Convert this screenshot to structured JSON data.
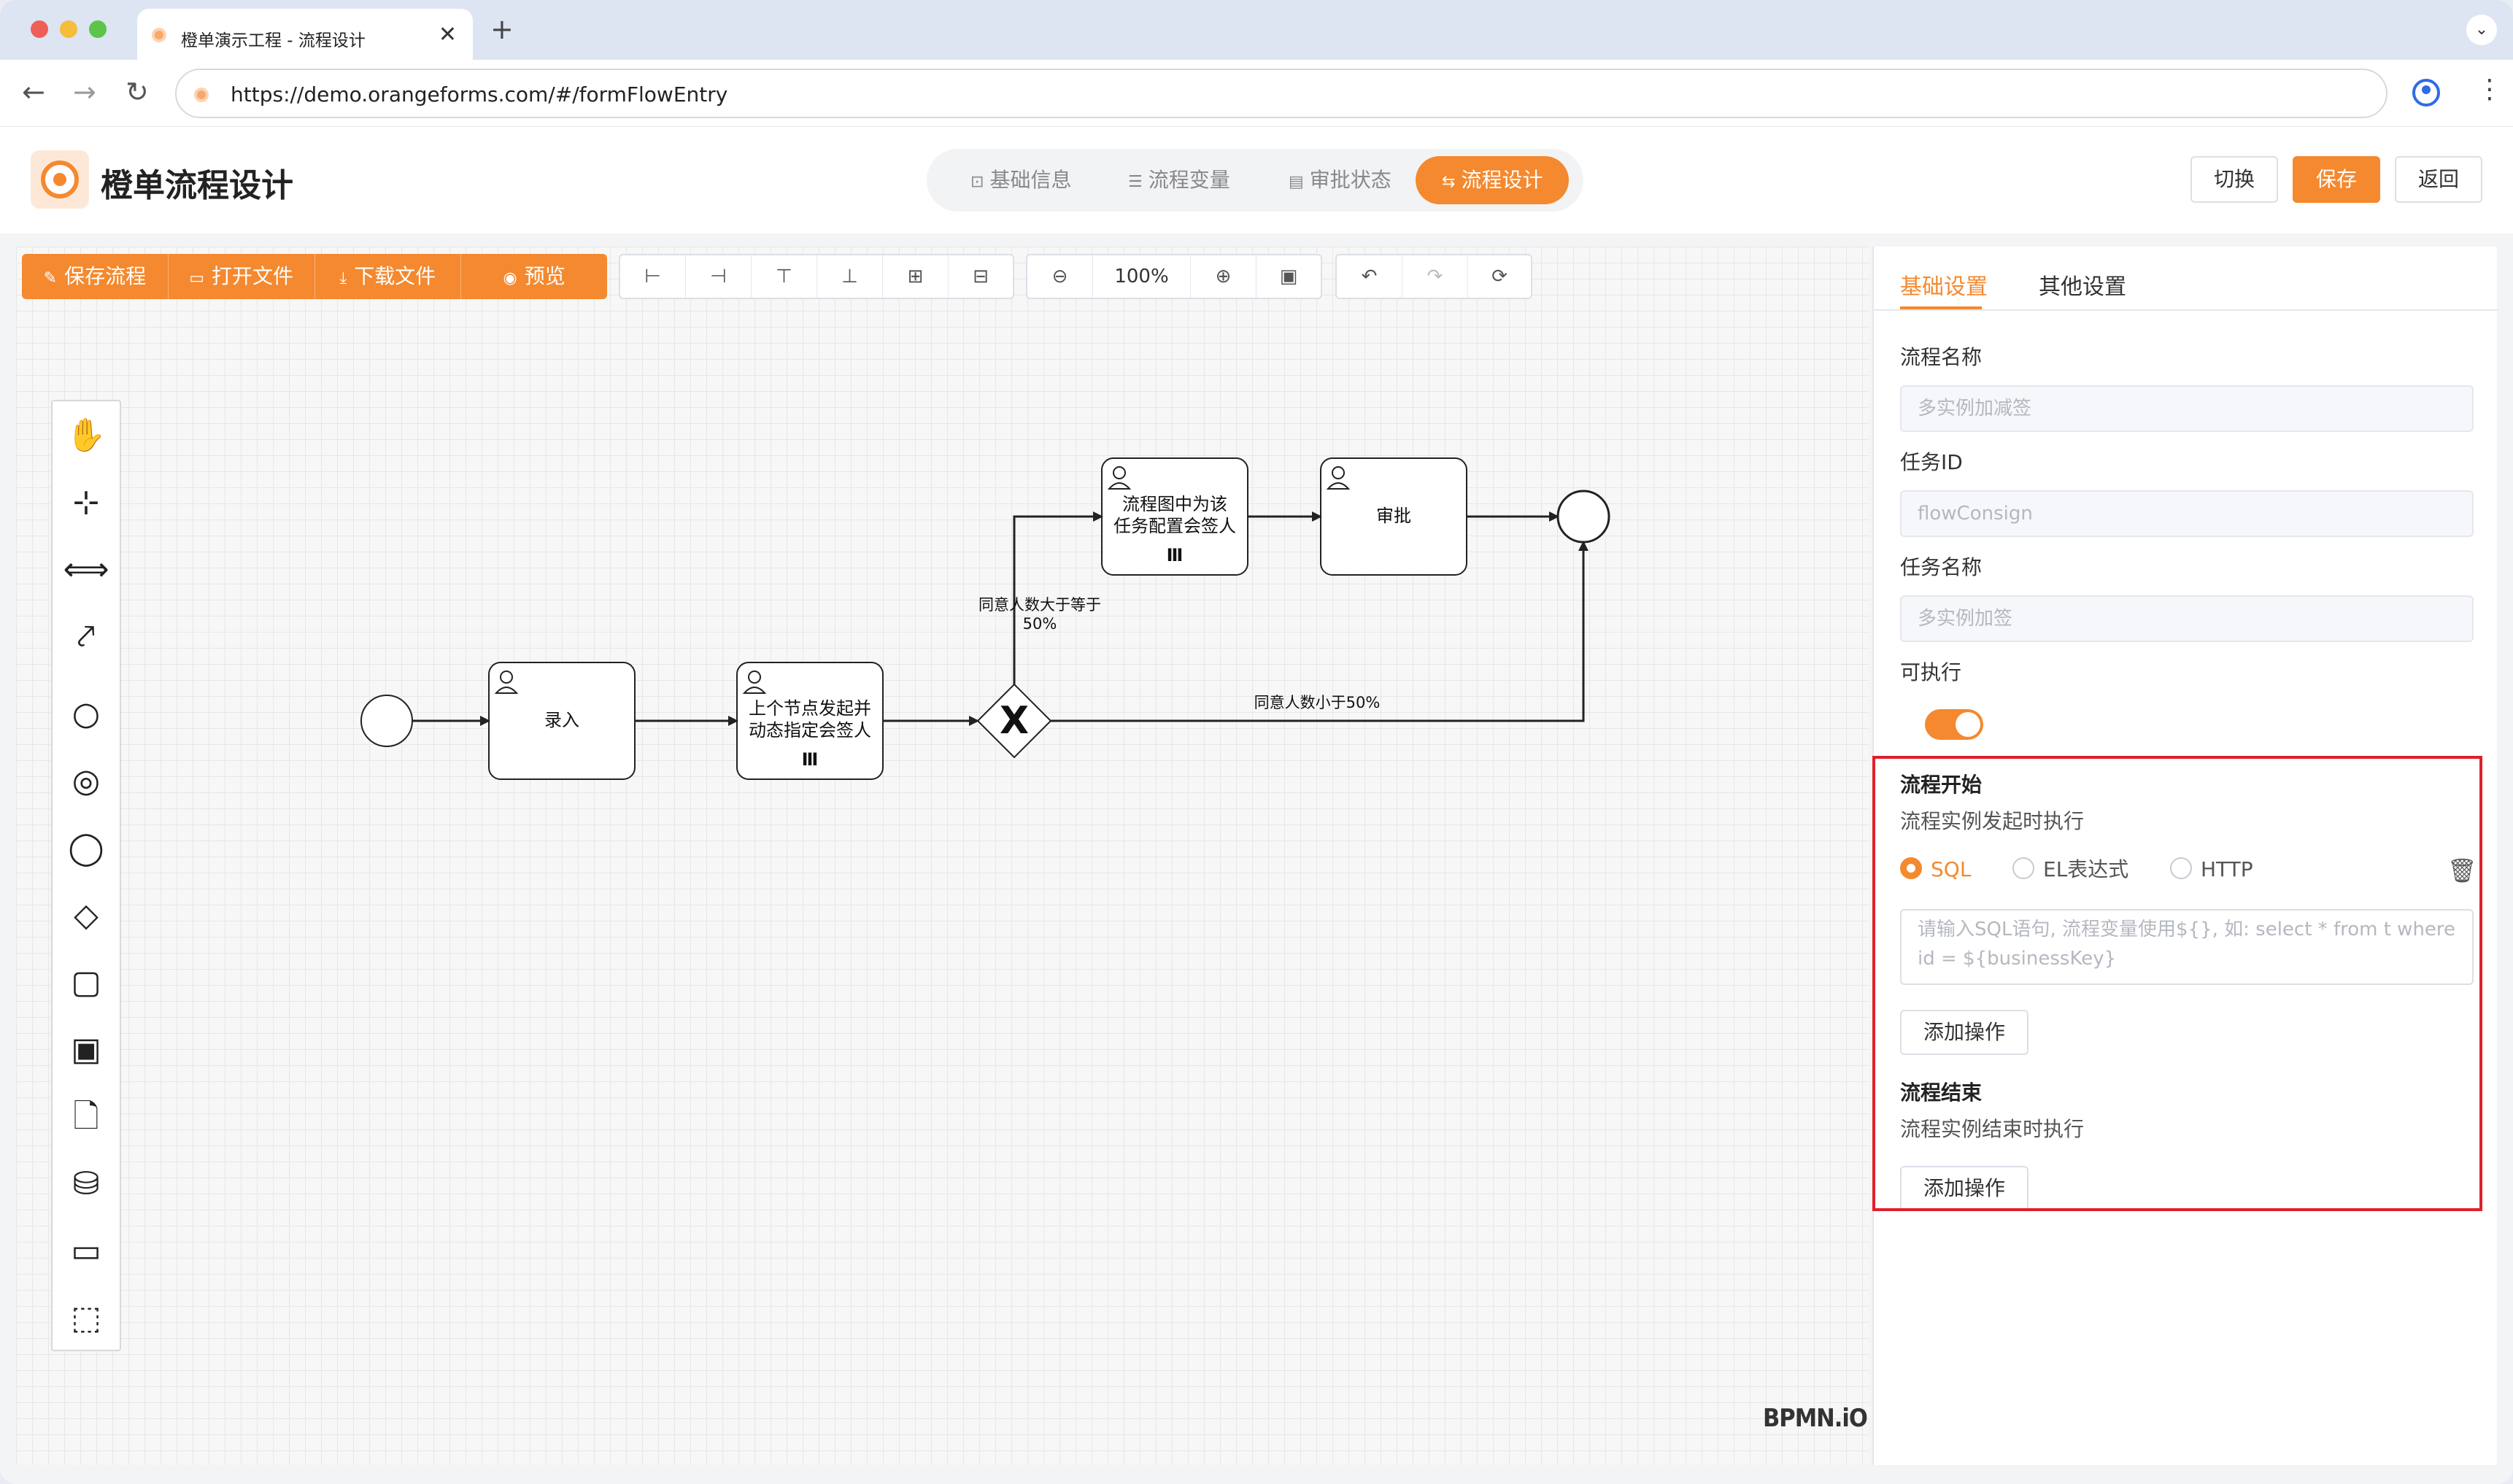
{
  "browser": {
    "tab_title": "橙单演示工程 - 流程设计",
    "close": "✕",
    "new_tab": "+",
    "tab_menu": "⌄",
    "url": "https://demo.orangeforms.com/#/formFlowEntry",
    "back": "←",
    "forward": "→",
    "reload": "↻",
    "menu": "⋮"
  },
  "header": {
    "title": "橙单流程设计",
    "steps": [
      {
        "label": "基础信息",
        "icon": "doc-edit-icon",
        "glyph": "⊡"
      },
      {
        "label": "流程变量",
        "icon": "sliders-icon",
        "glyph": "☰"
      },
      {
        "label": "审批状态",
        "icon": "document-icon",
        "glyph": "▤"
      },
      {
        "label": "流程设计",
        "icon": "flow-icon",
        "glyph": "⇆"
      }
    ],
    "buttons": {
      "switch": "切换",
      "save": "保存",
      "back": "返回"
    }
  },
  "toolbar": {
    "primary": [
      {
        "label": "保存流程",
        "glyph": "✎"
      },
      {
        "label": "打开文件",
        "glyph": "▭"
      },
      {
        "label": "下载文件",
        "glyph": "⤓"
      },
      {
        "label": "预览",
        "glyph": "◉"
      }
    ],
    "align": [
      "⊢",
      "⊣",
      "⊤",
      "⊥",
      "⊞",
      "⊟"
    ],
    "zoom": {
      "out": "⊖",
      "value": "100%",
      "in": "⊕",
      "fit": "▣"
    },
    "history": {
      "undo": "↶",
      "redo": "↷",
      "reset": "⟳"
    }
  },
  "palette": [
    {
      "name": "hand-tool-icon",
      "glyph": "✋"
    },
    {
      "name": "lasso-tool-icon",
      "glyph": "⊹"
    },
    {
      "name": "space-tool-icon",
      "glyph": "⟺"
    },
    {
      "name": "global-connect-icon",
      "glyph": "⤤"
    },
    {
      "name": "start-event-icon",
      "glyph": "○"
    },
    {
      "name": "intermediate-event-icon",
      "glyph": "◎"
    },
    {
      "name": "end-event-icon",
      "glyph": "◯"
    },
    {
      "name": "gateway-icon",
      "glyph": "◇"
    },
    {
      "name": "user-task-icon",
      "glyph": "▢"
    },
    {
      "name": "subprocess-icon",
      "glyph": "▣"
    },
    {
      "name": "data-object-icon",
      "glyph": "🗋"
    },
    {
      "name": "data-store-icon",
      "glyph": "⛁"
    },
    {
      "name": "pool-icon",
      "glyph": "▭"
    },
    {
      "name": "group-icon",
      "glyph": "⬚"
    }
  ],
  "diagram": {
    "nodes": {
      "entry": "录入",
      "dynamic_sign": "上个节点发起并\n动态指定会签人",
      "config_sign": "流程图中为该\n任务配置会签人",
      "approve": "审批"
    },
    "multi_instance_marker": "Ⅲ",
    "gateway_marker": "X",
    "edge_labels": {
      "ge50": "同意人数大于等于\n50%",
      "lt50": "同意人数小于50%"
    },
    "watermark": "BPMN.iO"
  },
  "panel": {
    "tabs": [
      "基础设置",
      "其他设置"
    ],
    "fields": [
      {
        "label": "流程名称",
        "value": "多实例加减签"
      },
      {
        "label": "任务ID",
        "value": "flowConsign"
      },
      {
        "label": "任务名称",
        "value": "多实例加签"
      }
    ],
    "executable_label": "可执行",
    "executable": true,
    "start": {
      "title": "流程开始",
      "desc": "流程实例发起时执行",
      "options": [
        "SQL",
        "EL表达式",
        "HTTP"
      ],
      "selected": "SQL",
      "placeholder": "请输入SQL语句, 流程变量使用${}, 如: select * from t where id = ${businessKey}",
      "add": "添加操作",
      "delete_glyph": "🗑"
    },
    "end": {
      "title": "流程结束",
      "desc": "流程实例结束时执行",
      "add": "添加操作"
    }
  },
  "colors": {
    "accent": "#f4892f",
    "highlight": "#e0202a"
  }
}
